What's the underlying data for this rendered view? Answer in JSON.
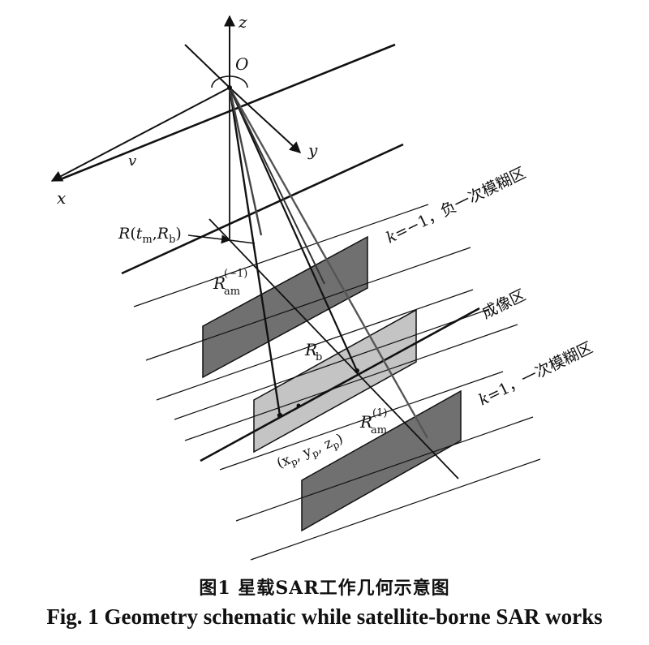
{
  "labels": {
    "z": "z",
    "O": "O",
    "y": "y",
    "x": "x",
    "v": "v",
    "R_main": "R",
    "R_open": "(",
    "t_m_base": "t",
    "t_m_sub": "m",
    "comma": ",",
    "R_b_base": "R",
    "R_b_sub": "b",
    "R_close": ")",
    "R_am_base": "R",
    "R_am_sub": "am",
    "R_am_sup_neg": "(−1)",
    "R_am_sup_pos": "(1)",
    "Rb_center_base": "R",
    "Rb_center_sub": "b",
    "point_label": "(x",
    "point_sub_p1": "p",
    "point_mid1": ", y",
    "point_sub_p2": "p",
    "point_mid2": ", z",
    "point_sub_p3": "p",
    "point_close": ")",
    "k_neg_k": "k",
    "k_neg_rest": "=−1，负一次模糊区",
    "imaging_zone": "成像区",
    "k_pos_k": "k",
    "k_pos_rest": "=1，一次模糊区"
  },
  "caption": {
    "chinese": "图1  星载SAR工作几何示意图",
    "english": "Fig. 1  Geometry schematic while satellite-borne SAR works"
  }
}
